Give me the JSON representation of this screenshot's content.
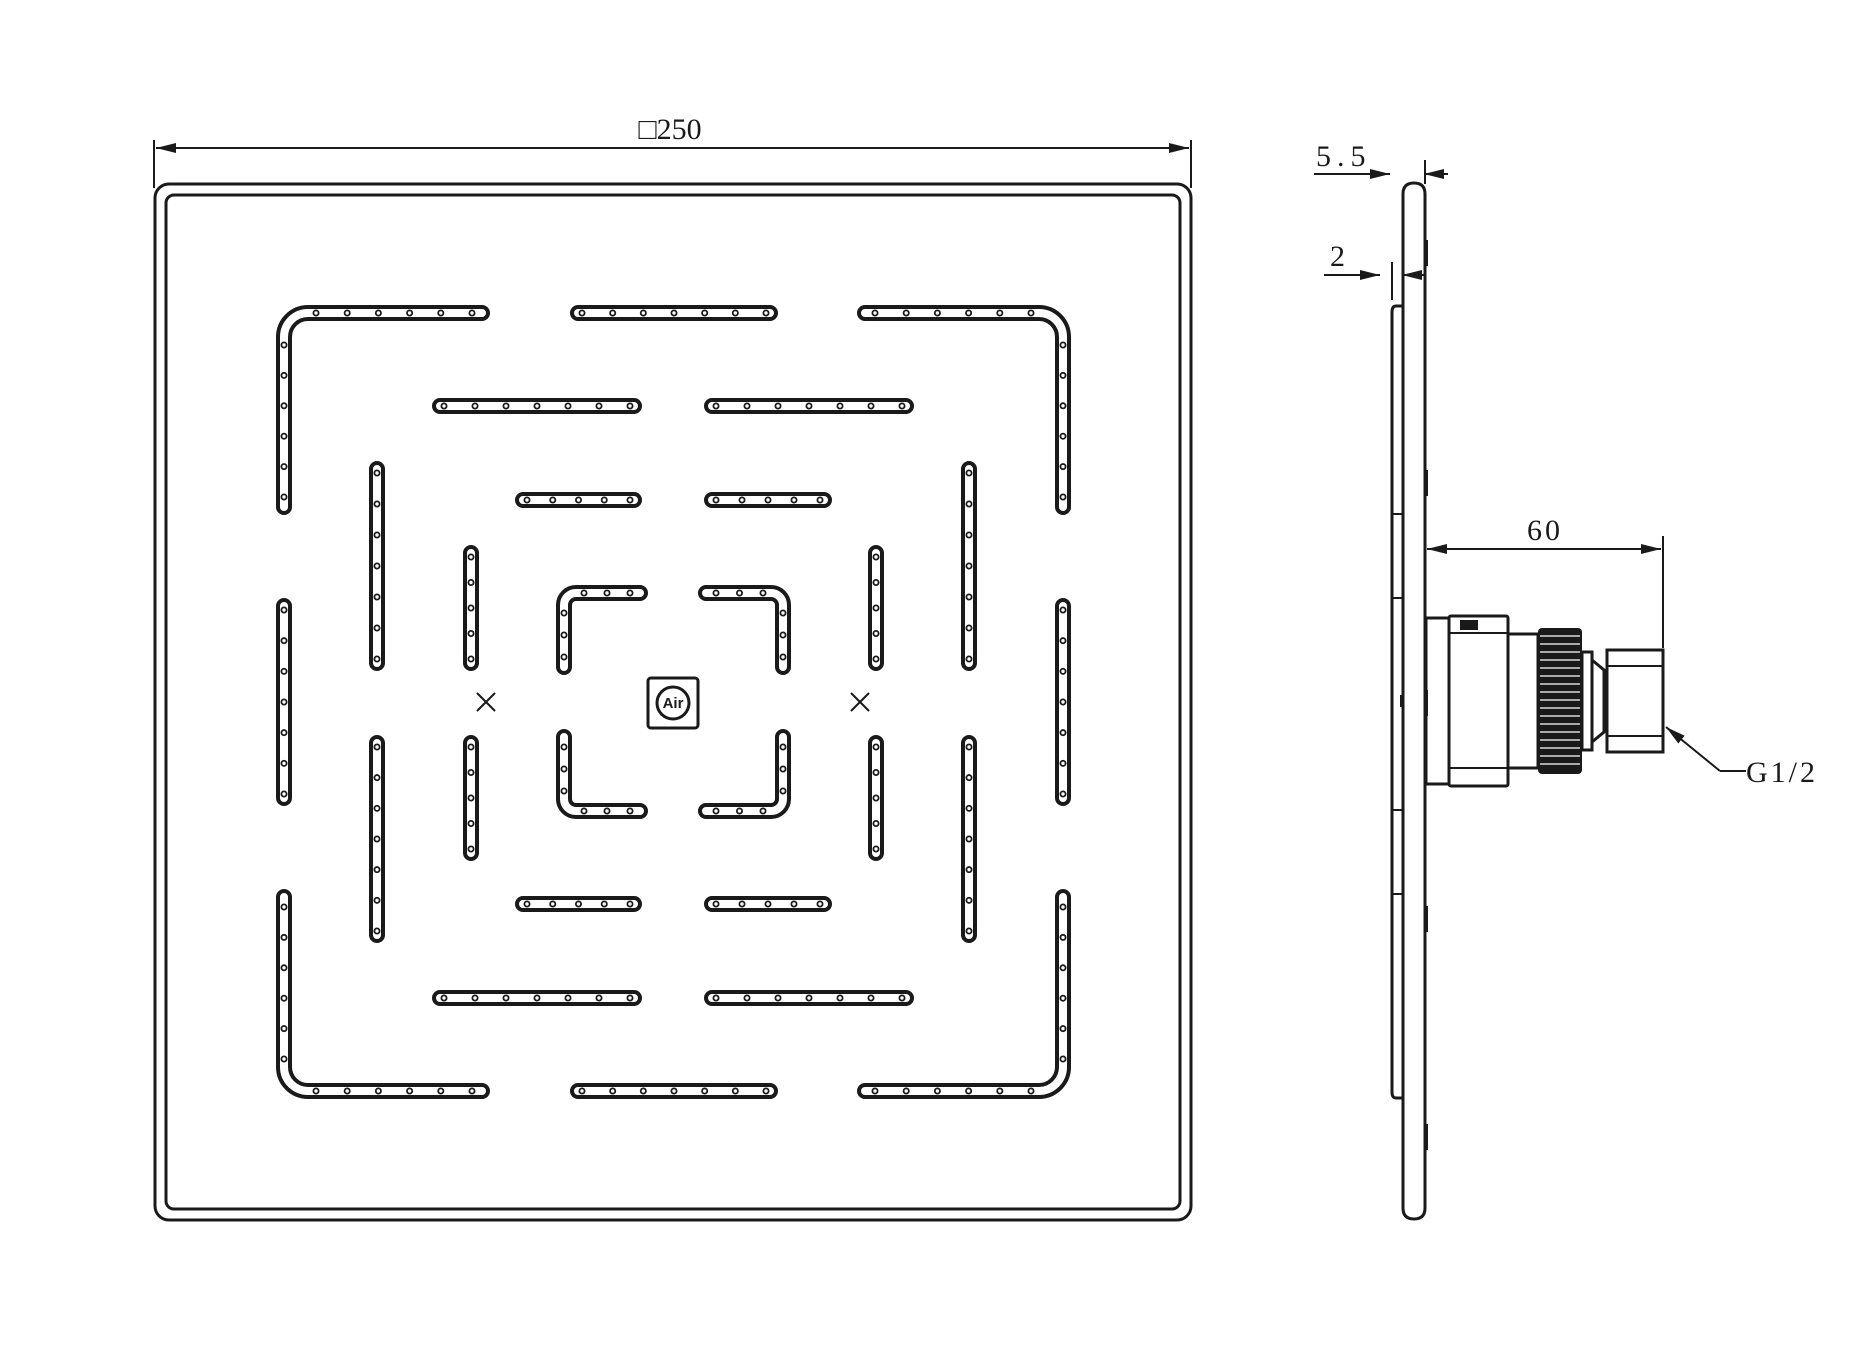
{
  "dimensions": {
    "width_prefix": "□",
    "width": "250",
    "face_thickness": "5.5",
    "face_plate": "2",
    "depth": "60",
    "thread": "G1/2"
  },
  "logo": {
    "text": "Air"
  }
}
